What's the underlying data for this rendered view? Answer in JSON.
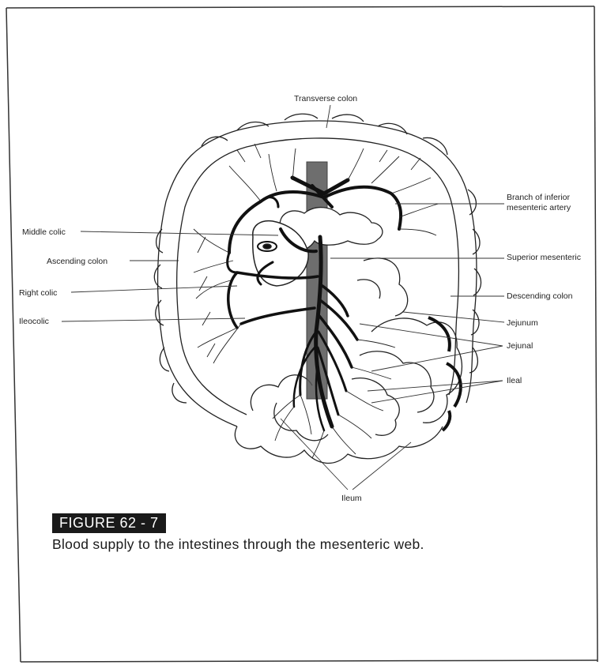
{
  "labels": {
    "transverse_colon": "Transverse colon",
    "branch_inferior_line1": "Branch of inferior",
    "branch_inferior_line2": "mesenteric artery",
    "middle_colic": "Middle colic",
    "ascending_colon": "Ascending colon",
    "superior_mesenteric": "Superior mesenteric",
    "right_colic": "Right colic",
    "descending_colon": "Descending colon",
    "ileocolic": "Ileocolic",
    "jejunum": "Jejunum",
    "jejunal": "Jejunal",
    "ileal": "Ileal",
    "ileum": "Ileum"
  },
  "figure": {
    "tag": "FIGURE 62 - 7",
    "caption": "Blood supply to the intestines through the mesenteric web."
  },
  "colors": {
    "ink": "#1a1a1a",
    "paper": "#ffffff"
  }
}
